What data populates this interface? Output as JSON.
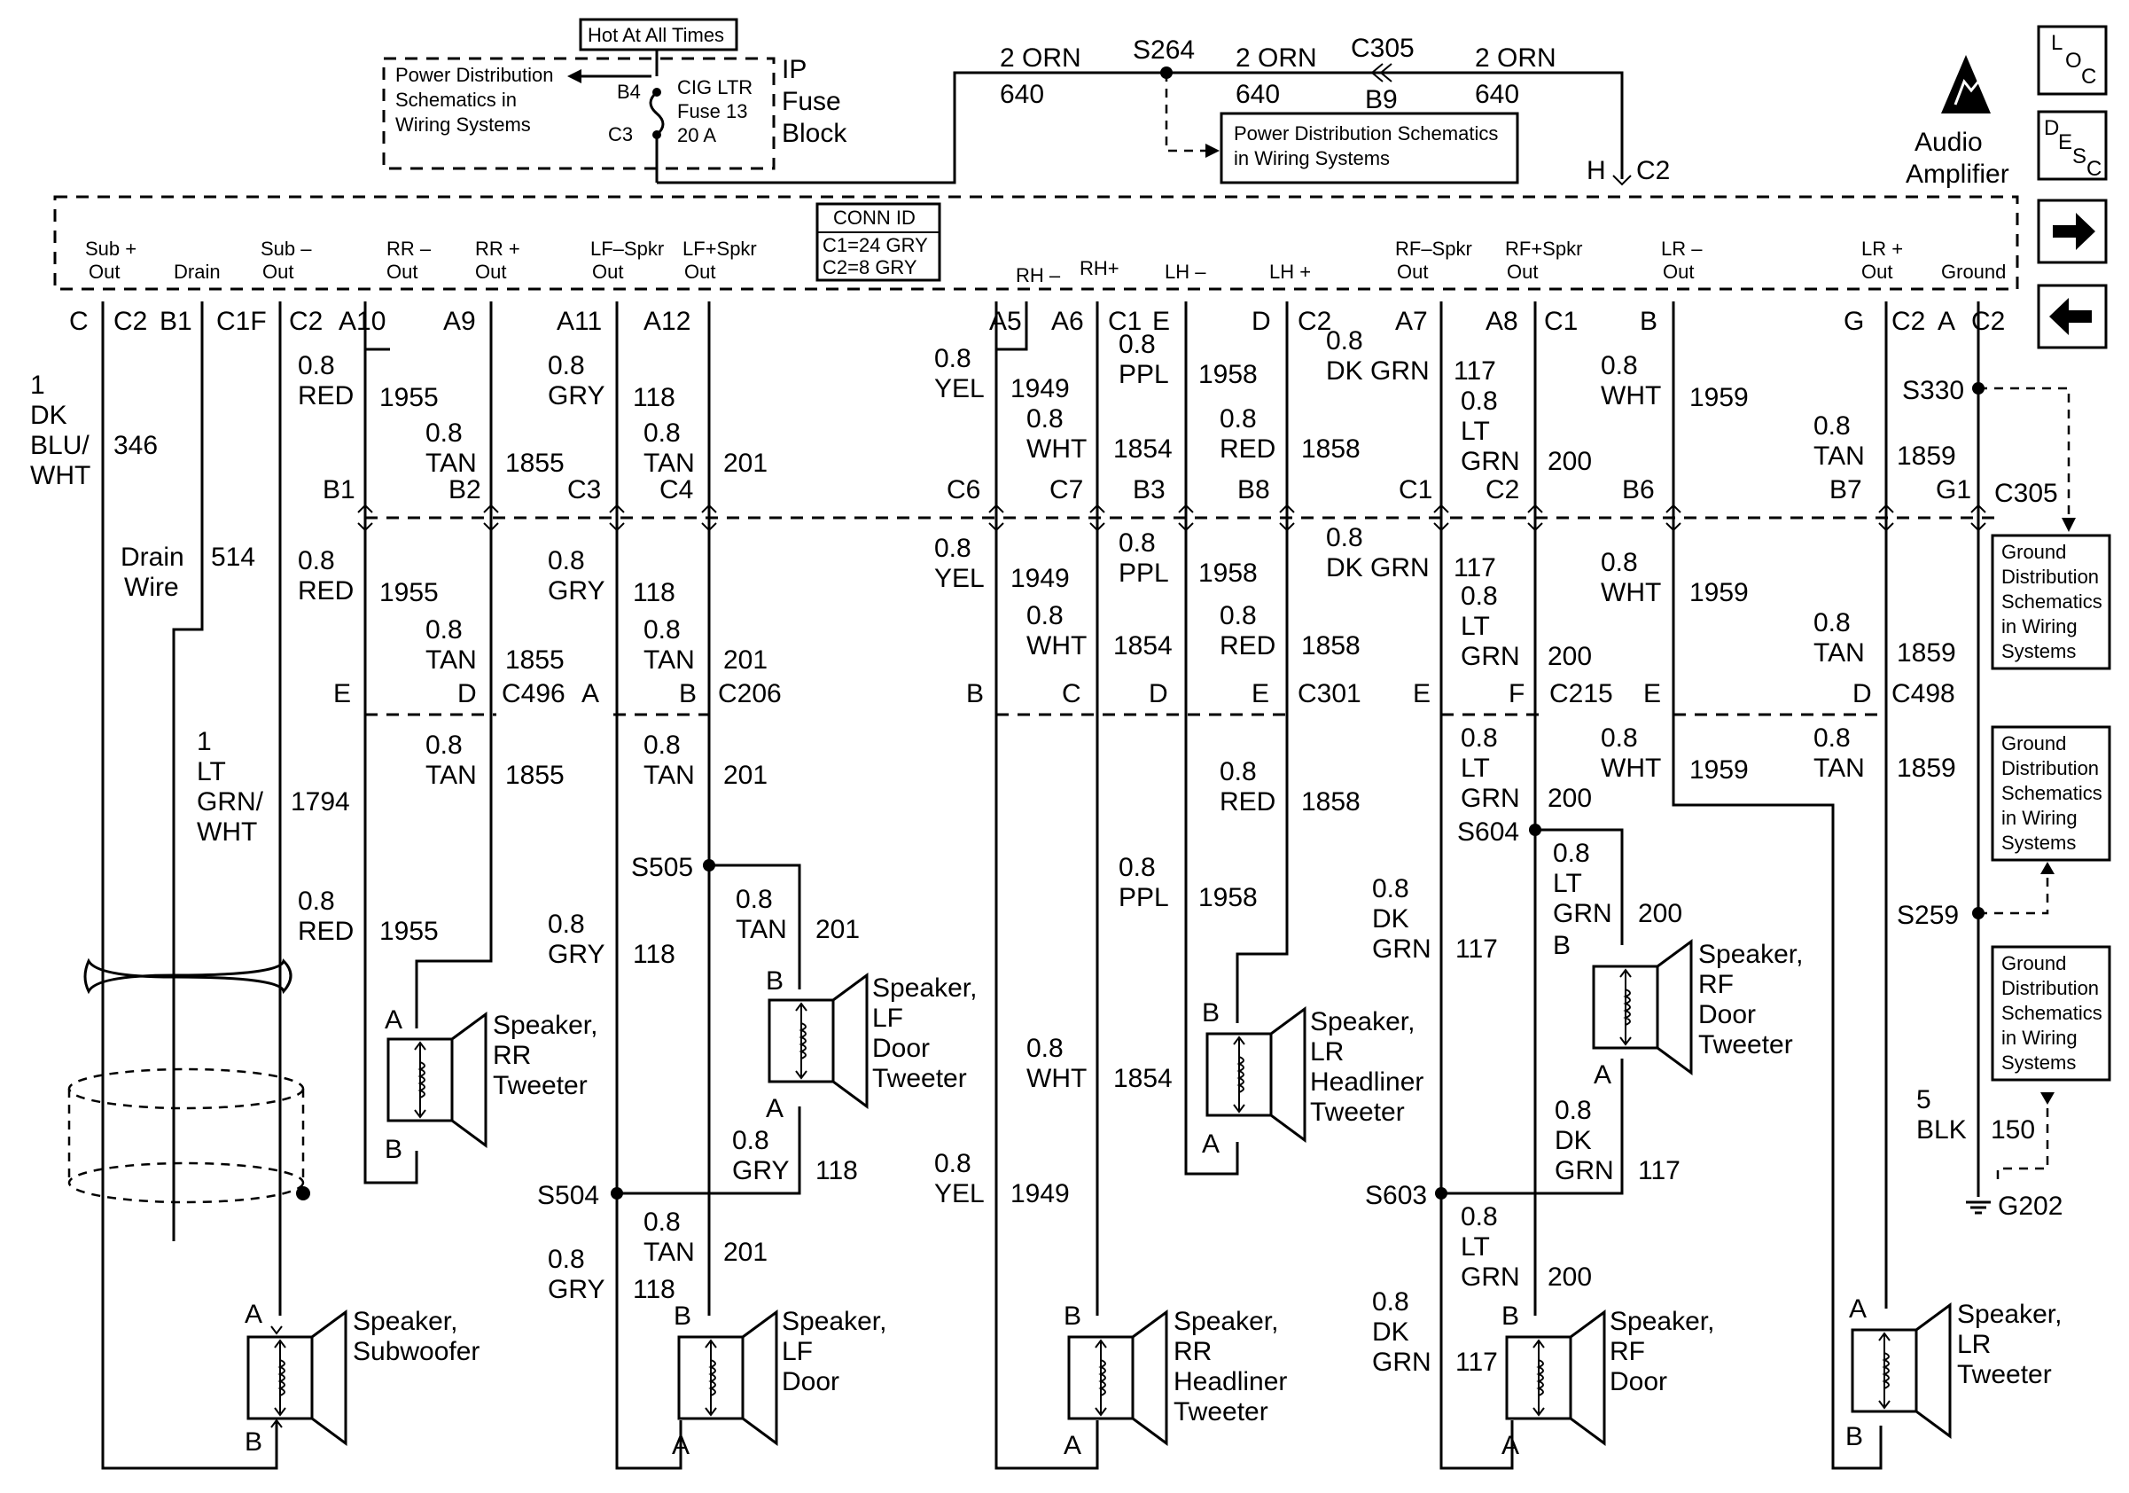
{
  "fuse_block": {
    "hot_label": "Hot At All Times",
    "pd_ref": [
      "Power Distribution",
      "Schematics in",
      "Wiring Systems"
    ],
    "pin_b4": "B4",
    "pin_c3": "C3",
    "fuse": [
      "CIG LTR",
      "Fuse 13",
      "20 A"
    ],
    "name": [
      "IP",
      "Fuse",
      "Block"
    ]
  },
  "feed": {
    "wire1_color": "2 ORN",
    "wire1_circuit": "640",
    "splice": "S264",
    "wire2_color": "2 ORN",
    "wire2_circuit": "640",
    "connector": "C305",
    "connector_pin": "B9",
    "wire3_color": "2 ORN",
    "wire3_circuit": "640",
    "pd_ref": [
      "Power Distribution Schematics",
      "in Wiring Systems"
    ],
    "amp_pin": "H",
    "amp_conn": "C2"
  },
  "amplifier": {
    "name": [
      "Audio",
      "Amplifier"
    ],
    "conn_id": [
      "CONN ID",
      "C1=24 GRY",
      "C2=8 GRY"
    ],
    "terminals": [
      [
        "Sub +",
        "Out"
      ],
      [
        "Drain"
      ],
      [
        "Sub –",
        "Out"
      ],
      [
        "RR –",
        "Out"
      ],
      [
        "RR +",
        "Out"
      ],
      [
        "LF–Spkr",
        "Out"
      ],
      [
        "LF+Spkr",
        "Out"
      ],
      [
        "RH –"
      ],
      [
        "RH+"
      ],
      [
        "LH –"
      ],
      [
        "LH +"
      ],
      [
        "RF–Spkr",
        "Out"
      ],
      [
        "RF+Spkr",
        "Out"
      ],
      [
        "LR –",
        "Out"
      ],
      [
        "LR +",
        "Out"
      ],
      [
        "Ground"
      ]
    ],
    "pins": [
      "C",
      "C2",
      "B1",
      "C1F",
      "C2",
      "A10",
      "A9",
      "A11",
      "A12",
      "A5",
      "A6",
      "C1",
      "E",
      "D",
      "C2",
      "A7",
      "A8",
      "C1",
      "B",
      "G",
      "C2",
      "A",
      "C2"
    ]
  },
  "icons": {
    "loc": [
      "L",
      "O",
      "C"
    ],
    "desc": [
      "D",
      "E",
      "S",
      "C"
    ]
  },
  "wire_labels": {
    "sub_pos": [
      "1",
      "DK",
      "BLU/",
      "WHT",
      "346"
    ],
    "drain": [
      "Drain",
      "Wire",
      "514"
    ],
    "sub_neg": [
      "1",
      "LT",
      "GRN/",
      "WHT",
      "1794"
    ],
    "w1955": [
      "0.8",
      "RED",
      "1955"
    ],
    "w1855": [
      "0.8",
      "TAN",
      "1855"
    ],
    "w118": [
      "0.8",
      "GRY",
      "118"
    ],
    "w201": [
      "0.8",
      "TAN",
      "201"
    ],
    "w1949": [
      "0.8",
      "YEL",
      "1949"
    ],
    "w1854": [
      "0.8",
      "WHT",
      "1854"
    ],
    "w1958": [
      "0.8",
      "PPL",
      "1958"
    ],
    "w1858": [
      "0.8",
      "RED",
      "1858"
    ],
    "w117": [
      "0.8",
      "DK GRN",
      "117"
    ],
    "w117b": [
      "0.8",
      "DK",
      "GRN",
      "117"
    ],
    "w200": [
      "0.8",
      "LT",
      "GRN",
      "200"
    ],
    "w1959": [
      "0.8",
      "WHT",
      "1959"
    ],
    "w1859": [
      "0.8",
      "TAN",
      "1859"
    ],
    "w150": [
      "5",
      "BLK",
      "150"
    ]
  },
  "connectors": {
    "c305_pins": [
      "B1",
      "B2",
      "C3",
      "C4",
      "C6",
      "C7",
      "B3",
      "B8",
      "C1",
      "C2",
      "B6",
      "B7",
      "G1"
    ],
    "c305_name": "C305",
    "c496": [
      "E",
      "D",
      "C496"
    ],
    "c206": [
      "A",
      "B",
      "C206"
    ],
    "c301": [
      "B",
      "C",
      "D",
      "E",
      "C301"
    ],
    "c215": [
      "E",
      "F",
      "C215"
    ],
    "c498": [
      "E",
      "D",
      "C498"
    ]
  },
  "splices": {
    "s330": "S330",
    "s505": "S505",
    "s504": "S504",
    "s604": "S604",
    "s603": "S603",
    "s259": "S259",
    "g202": "G202"
  },
  "ground_ref": [
    "Ground",
    "Distribution",
    "Schematics",
    "in Wiring",
    "Systems"
  ],
  "speakers": {
    "subwoofer": [
      "Speaker,",
      "Subwoofer"
    ],
    "rr_tweeter": [
      "Speaker,",
      "RR",
      "Tweeter"
    ],
    "lf_door_tweeter": [
      "Speaker,",
      "LF",
      "Door",
      "Tweeter"
    ],
    "lf_door": [
      "Speaker,",
      "LF",
      "Door"
    ],
    "rr_headliner": [
      "Speaker,",
      "RR",
      "Headliner",
      "Tweeter"
    ],
    "lr_headliner": [
      "Speaker,",
      "LR",
      "Headliner",
      "Tweeter"
    ],
    "rf_door_tweeter": [
      "Speaker,",
      "RF",
      "Door",
      "Tweeter"
    ],
    "rf_door": [
      "Speaker,",
      "RF",
      "Door"
    ],
    "lr_tweeter": [
      "Speaker,",
      "LR",
      "Tweeter"
    ],
    "pin_a": "A",
    "pin_b": "B"
  }
}
